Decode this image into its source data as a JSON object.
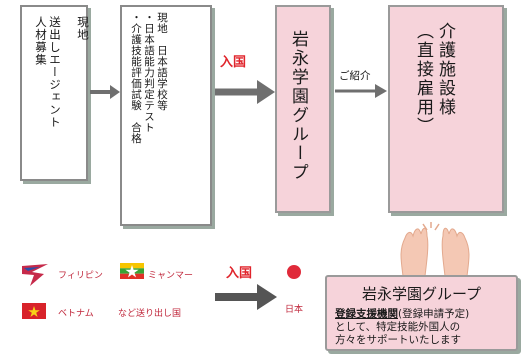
{
  "boxes": {
    "agent": "現地\n\n送出しエージェント\n人材募集",
    "school": "現地　日本語学校等\n・日本語能力判定テスト\n・介護技能評価試験　合格",
    "group": "岩永学園グループ",
    "care": "介護施設様\n（直接雇用）"
  },
  "arrows": {
    "entry_label": "入国",
    "referral_label": "ご紹介"
  },
  "countries": {
    "philippines": "フィリピン",
    "myanmar": "ミャンマー",
    "vietnam": "ベトナム",
    "suffix": "など送り出し国",
    "japan": "日本"
  },
  "bottom_entry_label": "入国",
  "support": {
    "title": "岩永学園グループ",
    "line1_underlined": "登録支援機関",
    "line1_rest": "(登録申請予定)",
    "line2": "として、特定技能外国人の",
    "line3": "方々をサポートいたします"
  },
  "colors": {
    "pink_fill": "#f6d3da",
    "red_text": "#e0242b",
    "arrow_gray": "#6f6f6f"
  }
}
